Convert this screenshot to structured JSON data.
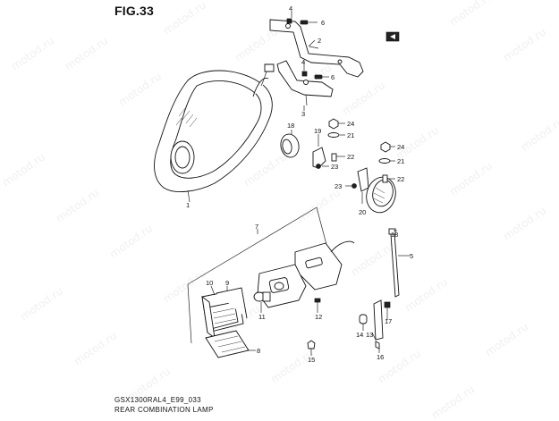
{
  "figure": {
    "title": "FIG.33",
    "code": "GSX1300RAL4_E99_033",
    "name": "REAR COMBINATION LAMP"
  },
  "watermark": "motod.ru",
  "callouts": [
    {
      "id": "c1",
      "label": "1"
    },
    {
      "id": "c2",
      "label": "2"
    },
    {
      "id": "c3",
      "label": "3"
    },
    {
      "id": "c4a",
      "label": "4"
    },
    {
      "id": "c4b",
      "label": "4"
    },
    {
      "id": "c5",
      "label": "5"
    },
    {
      "id": "c6a",
      "label": "6"
    },
    {
      "id": "c6b",
      "label": "6"
    },
    {
      "id": "c7",
      "label": "7"
    },
    {
      "id": "c8",
      "label": "8"
    },
    {
      "id": "c9",
      "label": "9"
    },
    {
      "id": "c10",
      "label": "10"
    },
    {
      "id": "c11",
      "label": "11"
    },
    {
      "id": "c12",
      "label": "12"
    },
    {
      "id": "c13",
      "label": "13"
    },
    {
      "id": "c14",
      "label": "14"
    },
    {
      "id": "c15",
      "label": "15"
    },
    {
      "id": "c16",
      "label": "16"
    },
    {
      "id": "c17",
      "label": "17"
    },
    {
      "id": "c18a",
      "label": "18"
    },
    {
      "id": "c18b",
      "label": "18"
    },
    {
      "id": "c19",
      "label": "19"
    },
    {
      "id": "c20",
      "label": "20"
    },
    {
      "id": "c21a",
      "label": "21"
    },
    {
      "id": "c21b",
      "label": "21"
    },
    {
      "id": "c22a",
      "label": "22"
    },
    {
      "id": "c22b",
      "label": "22"
    },
    {
      "id": "c23a",
      "label": "23"
    },
    {
      "id": "c23b",
      "label": "23"
    },
    {
      "id": "c24a",
      "label": "24"
    },
    {
      "id": "c24b",
      "label": "24"
    }
  ],
  "colors": {
    "line": "#111111",
    "watermark": "#f0f0f0",
    "background": "#ffffff"
  },
  "icons": {
    "front_direction": "front-arrow-icon"
  }
}
